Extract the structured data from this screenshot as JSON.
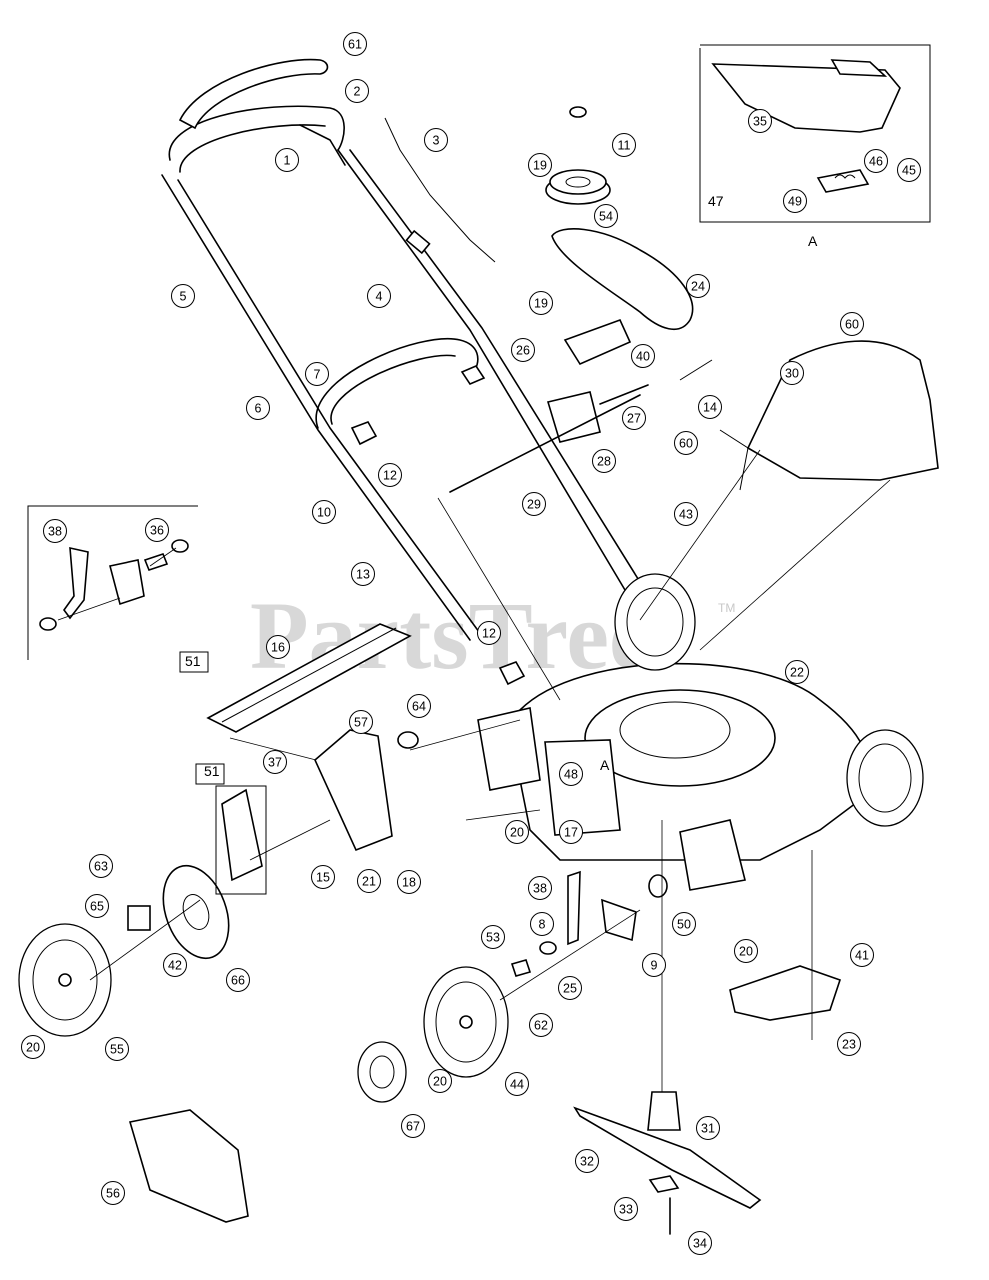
{
  "watermark": {
    "text": "PartsTree",
    "trademark": "TM"
  },
  "inset_labels": {
    "a_top": "A",
    "a_main": "A",
    "box47": "47",
    "box51_left": "51",
    "box51_mid": "51"
  },
  "callouts": [
    {
      "id": "c61",
      "label": "61"
    },
    {
      "id": "c2",
      "label": "2"
    },
    {
      "id": "c3",
      "label": "3"
    },
    {
      "id": "c1",
      "label": "1"
    },
    {
      "id": "c11",
      "label": "11"
    },
    {
      "id": "c19a",
      "label": "19"
    },
    {
      "id": "c54",
      "label": "54"
    },
    {
      "id": "c35",
      "label": "35"
    },
    {
      "id": "c46",
      "label": "46"
    },
    {
      "id": "c45",
      "label": "45"
    },
    {
      "id": "c49",
      "label": "49"
    },
    {
      "id": "c5",
      "label": "5"
    },
    {
      "id": "c4",
      "label": "4"
    },
    {
      "id": "c24",
      "label": "24"
    },
    {
      "id": "c19b",
      "label": "19"
    },
    {
      "id": "c26",
      "label": "26"
    },
    {
      "id": "c40",
      "label": "40"
    },
    {
      "id": "c60a",
      "label": "60"
    },
    {
      "id": "c30",
      "label": "30"
    },
    {
      "id": "c7",
      "label": "7"
    },
    {
      "id": "c6",
      "label": "6"
    },
    {
      "id": "c14",
      "label": "14"
    },
    {
      "id": "c27",
      "label": "27"
    },
    {
      "id": "c28",
      "label": "28"
    },
    {
      "id": "c12a",
      "label": "12"
    },
    {
      "id": "c10",
      "label": "10"
    },
    {
      "id": "c29",
      "label": "29"
    },
    {
      "id": "c60b",
      "label": "60"
    },
    {
      "id": "c43",
      "label": "43"
    },
    {
      "id": "c38a",
      "label": "38"
    },
    {
      "id": "c36",
      "label": "36"
    },
    {
      "id": "c13",
      "label": "13"
    },
    {
      "id": "c16",
      "label": "16"
    },
    {
      "id": "c12b",
      "label": "12"
    },
    {
      "id": "c22",
      "label": "22"
    },
    {
      "id": "c57",
      "label": "57"
    },
    {
      "id": "c64",
      "label": "64"
    },
    {
      "id": "c37",
      "label": "37"
    },
    {
      "id": "c48",
      "label": "48"
    },
    {
      "id": "c20a",
      "label": "20"
    },
    {
      "id": "c17",
      "label": "17"
    },
    {
      "id": "c15",
      "label": "15"
    },
    {
      "id": "c21",
      "label": "21"
    },
    {
      "id": "c18",
      "label": "18"
    },
    {
      "id": "c63",
      "label": "63"
    },
    {
      "id": "c65",
      "label": "65"
    },
    {
      "id": "c38b",
      "label": "38"
    },
    {
      "id": "c50",
      "label": "50"
    },
    {
      "id": "c8",
      "label": "8"
    },
    {
      "id": "c42",
      "label": "42"
    },
    {
      "id": "c66",
      "label": "66"
    },
    {
      "id": "c53",
      "label": "53"
    },
    {
      "id": "c9",
      "label": "9"
    },
    {
      "id": "c20b",
      "label": "20"
    },
    {
      "id": "c25",
      "label": "25"
    },
    {
      "id": "c41",
      "label": "41"
    },
    {
      "id": "c20c",
      "label": "20"
    },
    {
      "id": "c55",
      "label": "55"
    },
    {
      "id": "c62",
      "label": "62"
    },
    {
      "id": "c23",
      "label": "23"
    },
    {
      "id": "c20d",
      "label": "20"
    },
    {
      "id": "c44",
      "label": "44"
    },
    {
      "id": "c67",
      "label": "67"
    },
    {
      "id": "c31",
      "label": "31"
    },
    {
      "id": "c32",
      "label": "32"
    },
    {
      "id": "c56",
      "label": "56"
    },
    {
      "id": "c33",
      "label": "33"
    },
    {
      "id": "c34",
      "label": "34"
    }
  ]
}
